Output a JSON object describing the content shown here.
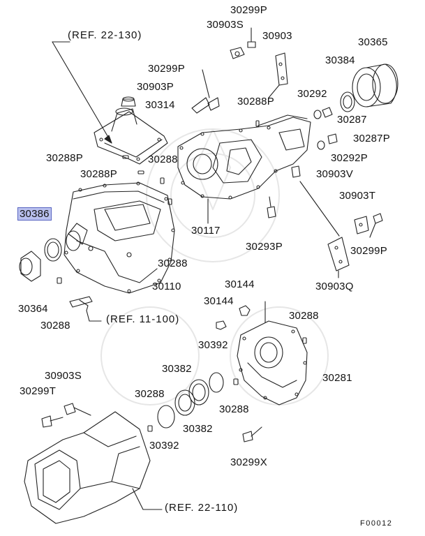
{
  "labels": {
    "p30299p_a": "30299P",
    "p30903s_a": "30903S",
    "p30903_a": "30903",
    "p30365": "30365",
    "ref_22_130": "(REF. 22-130)",
    "p30384": "30384",
    "p30299p_b": "30299P",
    "p30903p": "30903P",
    "p30314": "30314",
    "p30292": "30292",
    "p30288p_a": "30288P",
    "p30287": "30287",
    "p30287p": "30287P",
    "p30288p_b": "30288P",
    "p30288_a": "30288",
    "p30292p": "30292P",
    "p30288p_c": "30288P",
    "p30903v": "30903V",
    "p30903t": "30903T",
    "p30386": "30386",
    "p30117": "30117",
    "p30299p_c": "30299P",
    "p30293p": "30293P",
    "p30288_b": "30288",
    "p30903q": "30903Q",
    "p30110": "30110",
    "p30144_a": "30144",
    "p30144_b": "30144",
    "p30364": "30364",
    "p30288_c": "30288",
    "ref_11_100": "(REF. 11-100)",
    "p30288_d": "30288",
    "p30392_a": "30392",
    "p30903s_b": "30903S",
    "p30382_a": "30382",
    "p30281": "30281",
    "p30299t": "30299T",
    "p30288_e": "30288",
    "p30288_f": "30288",
    "p30382_b": "30382",
    "p30392_b": "30392",
    "p30299x": "30299X",
    "ref_22_110": "(REF. 22-110)",
    "figure_id": "F00012"
  },
  "highlight_color": "#b9c0ee"
}
